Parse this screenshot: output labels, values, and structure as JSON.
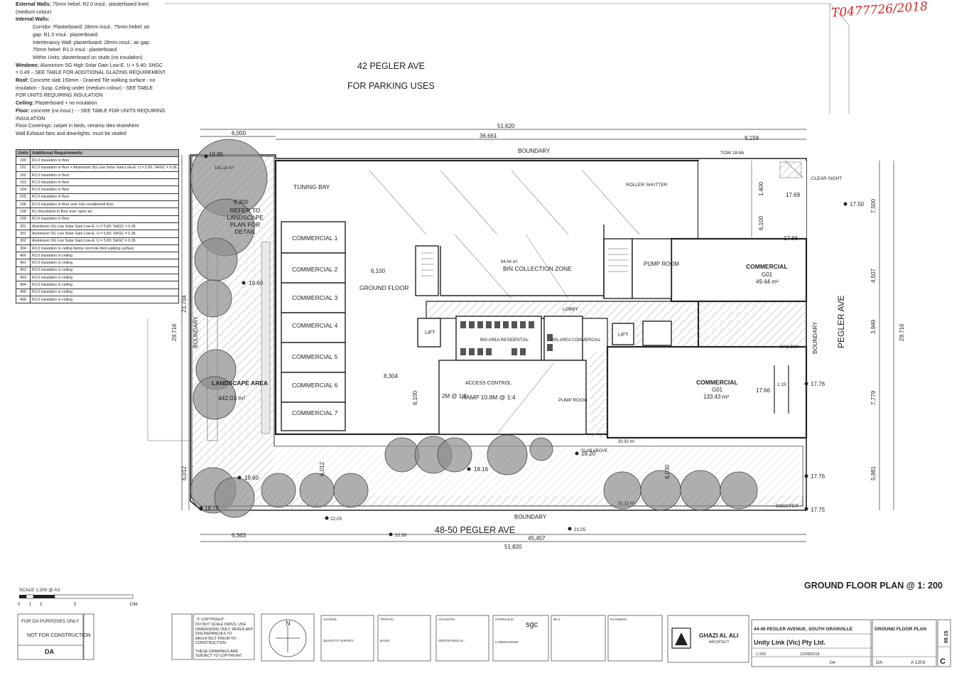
{
  "annotation": "T0477726/2018",
  "notes": [
    {
      "k": "External Walls:",
      "v": " 75mm hebel. R2.0 insul.: plasterboard lined",
      "ind": false
    },
    {
      "k": "",
      "v": "(medium colour)",
      "ind": false
    },
    {
      "k": "Internal Walls:",
      "v": "",
      "ind": false
    },
    {
      "k": "",
      "v": "Corridor: Plasterboard: 28mm insul.: 75mm hebel: air",
      "ind": true
    },
    {
      "k": "",
      "v": "gap: R1.0 insul.: plasterboard",
      "ind": true
    },
    {
      "k": "",
      "v": "Intertenancy Wall: plasterboard: 28mm insul.: air gap:",
      "ind": true
    },
    {
      "k": "",
      "v": "75mm hebel: R1.0 insul.: plasterboard",
      "ind": true
    },
    {
      "k": "",
      "v": "Within Units: plasterboard on studs (no insulation)",
      "ind": true
    },
    {
      "k": "Windows:",
      "v": " Aluminium SG High Solar Gain Low-E. U = 5.40; SHGC",
      "ind": false
    },
    {
      "k": "",
      "v": "= 0.49 – SEE TABLE FOR ADDITIONAL GLAZING REQUIREMENTS",
      "ind": false
    },
    {
      "k": "Roof:",
      "v": " Concrete slab 150mm - Drained Tile walking surface - no",
      "ind": false
    },
    {
      "k": "",
      "v": "insulation - Susp. Ceiling under (medium colour) - SEE TABLE",
      "ind": false
    },
    {
      "k": "",
      "v": "FOR UNITS REQUIRING INSULATION",
      "ind": false
    },
    {
      "k": "Ceiling:",
      "v": " Plasterboard + no insulation",
      "ind": false
    },
    {
      "k": "Floor:",
      "v": " concrete (no insul.) - - SEE TABLE FOR UNITS REQUIRING",
      "ind": false
    },
    {
      "k": "",
      "v": "INSULATION",
      "ind": false
    },
    {
      "k": "",
      "v": "Floor Coverings: carpet in beds, ceramic tiles elsewhere",
      "ind": false
    },
    {
      "k": "",
      "v": "Wall Exhaust fans and downlights: must be sealed",
      "ind": false
    }
  ],
  "units_table": {
    "headers": [
      "Units",
      "Additional Requirements"
    ],
    "rows": [
      [
        "100",
        "R1.0 insulation in floor"
      ],
      [
        "101",
        "R1.5 insulation in floor + Aluminium SG Low Solar Gain Low-E. U = 5.60; SHGC = 0.36"
      ],
      [
        "102",
        "R1.0 insulation in floor"
      ],
      [
        "103",
        "R1.5 insulation in floor"
      ],
      [
        "104",
        "R1.0 insulation in floor"
      ],
      [
        "105",
        "R1.0 insulation in floor"
      ],
      [
        "106",
        "R1.0 insulation in floor over non-conditioned floor"
      ],
      [
        "108",
        "R1.0insulation in floor over 'open air'"
      ],
      [
        "109",
        "R1.5 insulation in floor"
      ],
      [
        "201",
        "Aluminium SG Low Solar Gain Low-E. U = 5.60; SHGC = 0.36"
      ],
      [
        "301",
        "Aluminium SG Low Solar Gain Low-E. U = 5.60; SHGC = 0.36"
      ],
      [
        "302",
        "Aluminium SG Low Solar Gain Low-E. U = 5.60; SHGC = 0.36"
      ],
      [
        "304",
        "R2.0 insulation in ceiling below concrete tiled walking surface"
      ],
      [
        "400",
        "R2.0 insulation in ceiling"
      ],
      [
        "401",
        "R2.0 insulation in ceiling"
      ],
      [
        "402",
        "R2.0 insulation in ceiling"
      ],
      [
        "403",
        "R2.0 insulation in ceiling"
      ],
      [
        "404",
        "R2.0 insulation in ceiling"
      ],
      [
        "405",
        "R2.0 insulation in ceiling"
      ],
      [
        "406",
        "R2.0 insulation in ceiling"
      ]
    ]
  },
  "site": {
    "north_address": "42 PEGLER AVE",
    "north_use": "FOR PARKING USES",
    "south_address": "48-50 PEGLER AVE",
    "street": "PEGLER AVE",
    "boundary": "BOUNDARY",
    "clear_sight": "CLEAR SIGHT"
  },
  "dims": {
    "top_total": "51,620",
    "top_left": "6,000",
    "top_mid": "36,661",
    "top_right": "9,159",
    "bottom_total": "51,820",
    "bottom_left": "6,363",
    "bottom_right": "45,457",
    "left_outer": "29,716",
    "left_inner": "23,704",
    "left_bottom": "6,012",
    "right_outer": "29,716",
    "right_a": "7,500",
    "right_b": "4,507",
    "right_c": "3,949",
    "right_d": "7,779",
    "right_e": "5,981",
    "d_8304": "8,304",
    "d_6100a": "6,100",
    "d_6100b": "6,100",
    "d_6100c": "6,100",
    "d_1400": "1,400",
    "d_6012": "6,012",
    "d_6030": "6,030",
    "d_6300": "6,300"
  },
  "levels": {
    "l1": "19.85",
    "l2": "19.60",
    "l3": "19.60",
    "l4": "18.76",
    "l5": "22.05",
    "l6": "22.39",
    "l7": "21.05",
    "l8": "18.16",
    "l9": "18.20",
    "l10": "17.69",
    "l11": "17.66",
    "l12": "17.50",
    "l13": "17.76",
    "l14": "17.66",
    "l15": "17.76",
    "l16": "17.75",
    "tow": "TOW 18.66",
    "ramp": "1:15"
  },
  "rooms": {
    "tuning": "TUNING BAY",
    "commercial_units": [
      "COMMERCIAL 7",
      "COMMERCIAL 6",
      "COMMERCIAL 5",
      "COMMERCIAL 4",
      "COMMERCIAL 3",
      "COMMERCIAL 2",
      "COMMERCIAL 1"
    ],
    "bin_zone": "BIN COLLECTION ZONE",
    "bin_area": "84.64 m²",
    "ground_floor": "GROUND FLOOR",
    "lobby": "LOBBY",
    "lift1": "LIFT",
    "lift2": "LIFT",
    "bin_res": "BIN AREA RESIDENTIAL",
    "bin_com": "BIN AREA COMMERCIAL",
    "access": "ACCESS CONTROL",
    "ramp": "RAMP 10.8M @ 1:4",
    "ramp2": "2M @ 1:8",
    "pump1": "PUMP ROOM",
    "pump2": "PUMP ROOM",
    "roller": "ROLLER SHUTTER",
    "c1_name": "COMMERCIAL",
    "c1_code": "G01",
    "c1_area": "49.44 m²",
    "c2_name": "COMMERCIAL",
    "c2_code": "G01",
    "c2_area": "133.43 m²",
    "mail": "MAIL BOX",
    "slab": "SLAB ABOVE",
    "booster": "BOOSTER",
    "landscape": "LANDSCAPE AREA",
    "landscape_area": "442.01 m²",
    "refer": "REFER TO LANDSCAPE PLAN FOR DETAIL",
    "area_top": "142.18 m²",
    "area_bot": "31.12 m²",
    "area_slab": "30.92 m²"
  },
  "plan_title": "GROUND FLOOR PLAN @ 1: 200",
  "scale": {
    "label": "SCALE 1:200 @ A3",
    "ticks": [
      "0",
      "1",
      "2",
      "5",
      "10M"
    ]
  },
  "title_block": {
    "for_da": "FOR DA PURPOSES ONLY",
    "not_for": "NOT FOR CONSTRUCTION",
    "da": "DA",
    "copyright_head": "© COPYRIGHT",
    "copyright_1": "DO NOT SCALE DWGS, USE DIMENSIONS ONLY. REFER ANY DISCREPANCIES TO ARCHITECT PRIOR TO CONSTRUCTION.",
    "copyright_2": "THESE DRAWINGS ARE SUBJECT TO COPYRIGHT.",
    "north": "N",
    "consultants": [
      "ACCESS:",
      "TRAFFIC:",
      "ACOUSTIC:",
      "HYDRAULIC:",
      "BCA:",
      "PLANNING:"
    ],
    "quantity": "QUANTITY SURVEY:",
    "basix": "BASIX:",
    "geotech": "GEOTECHNICAL:",
    "landscaping": "LANDSCAPING:",
    "sgc": "sgc",
    "architect": "GHAZI AL ALI",
    "architect_sub": "ARCHITECT",
    "project": "44-46 PEGLER AVENUE, SOUTH GRANVILLE",
    "client": "Unity Link (Vic) Pty Ltd.",
    "drawing_name": "GROUND FLOOR PLAN",
    "scale_val": "1:200",
    "date": "12/08/2018",
    "status": "DA",
    "drawing_no": "A 1203",
    "rev": "C",
    "project_no": "89.15"
  }
}
